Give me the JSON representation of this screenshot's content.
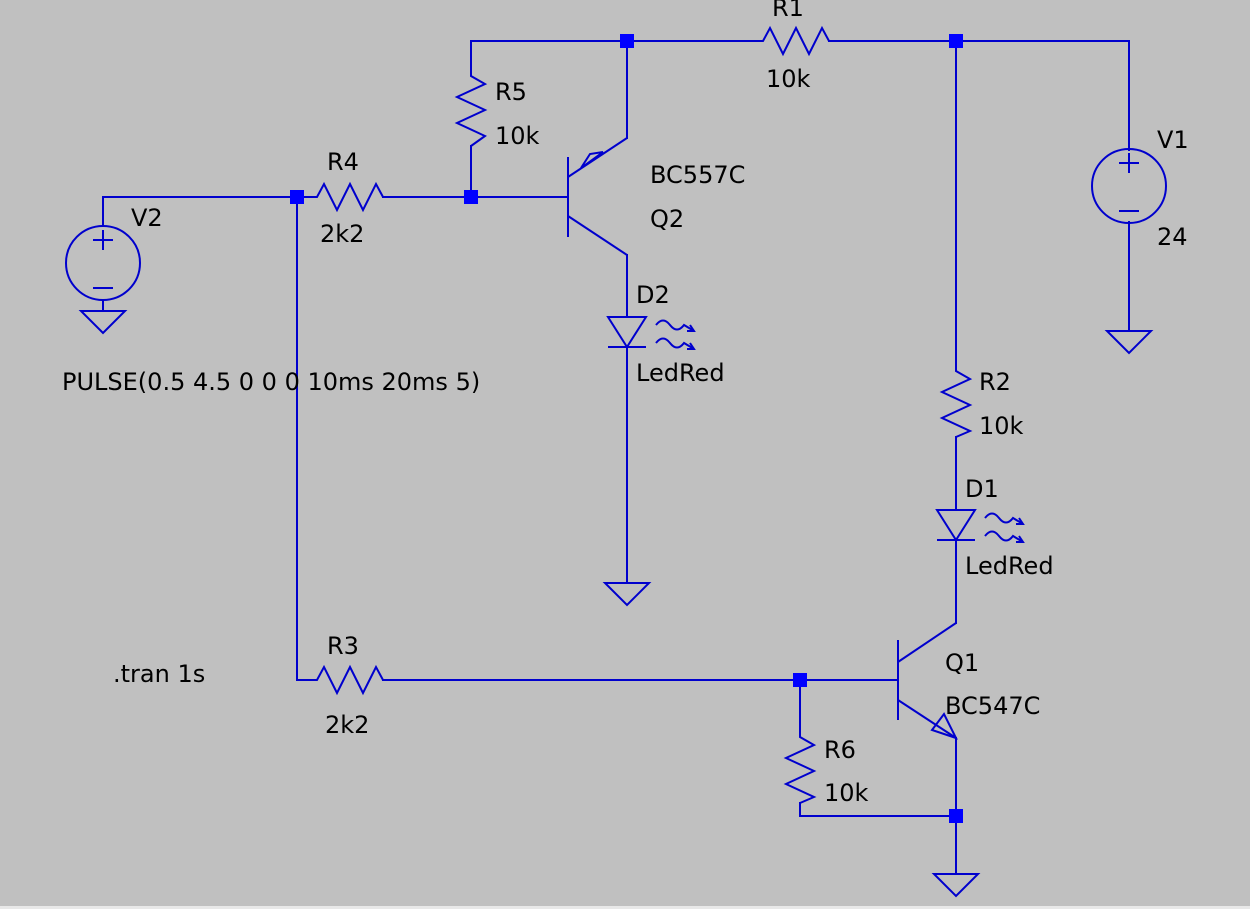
{
  "components": {
    "r1": {
      "ref": "R1",
      "value": "10k"
    },
    "r2": {
      "ref": "R2",
      "value": "10k"
    },
    "r3": {
      "ref": "R3",
      "value": "2k2"
    },
    "r4": {
      "ref": "R4",
      "value": "2k2"
    },
    "r5": {
      "ref": "R5",
      "value": "10k"
    },
    "r6": {
      "ref": "R6",
      "value": "10k"
    },
    "q1": {
      "ref": "Q1",
      "model": "BC547C"
    },
    "q2": {
      "ref": "Q2",
      "model": "BC557C"
    },
    "d1": {
      "ref": "D1",
      "model": "LedRed"
    },
    "d2": {
      "ref": "D2",
      "model": "LedRed"
    },
    "v1": {
      "ref": "V1",
      "value": "24"
    },
    "v2": {
      "ref": "V2",
      "value": "PULSE(0.5 4.5 0 0 0 10ms 20ms 5)"
    }
  },
  "directives": {
    "tran": ".tran 1s"
  },
  "colors": {
    "background": "#c0c0c0",
    "wire": "#0000cd",
    "junction": "#0000ff",
    "text": "#000000"
  }
}
